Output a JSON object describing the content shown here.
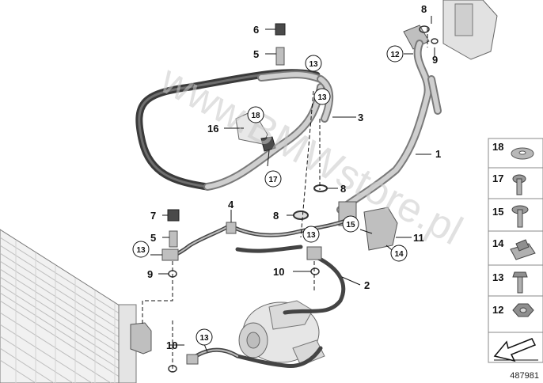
{
  "diagram": {
    "watermark": "www.BMWstore.pl",
    "catalog_number": "487981",
    "callouts": {
      "c1": "1",
      "c2": "2",
      "c3": "3",
      "c4": "4",
      "c5a": "5",
      "c5b": "5",
      "c6": "6",
      "c7": "7",
      "c8a": "8",
      "c8b": "8",
      "c8c": "8",
      "c9a": "9",
      "c9b": "9",
      "c10a": "10",
      "c10b": "10",
      "c11": "11",
      "c12": "12",
      "c13a": "13",
      "c13b": "13",
      "c13c": "13",
      "c13d": "13",
      "c13e": "13",
      "c14": "14",
      "c15": "15",
      "c16": "16",
      "c17": "17",
      "c18": "18"
    },
    "legend": [
      {
        "number": "18",
        "icon": "washer-icon"
      },
      {
        "number": "17",
        "icon": "torx-bolt-icon"
      },
      {
        "number": "15",
        "icon": "collar-screw-icon"
      },
      {
        "number": "14",
        "icon": "clip-nut-icon"
      },
      {
        "number": "13",
        "icon": "hex-bolt-icon"
      },
      {
        "number": "12",
        "icon": "hex-nut-icon"
      }
    ]
  }
}
